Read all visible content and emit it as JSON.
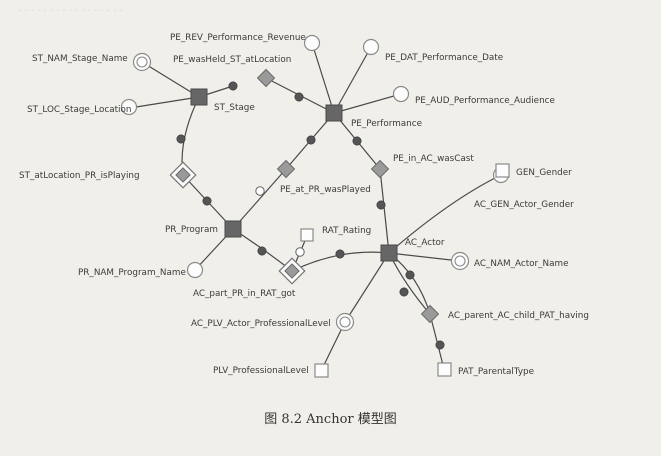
{
  "caption": "图 8.2   Anchor 模型图",
  "nodes": {
    "st_stage": "ST_Stage",
    "pe_performance": "PE_Performance",
    "pr_program": "PR_Program",
    "ac_actor": "AC_Actor",
    "st_name": "ST_NAM_Stage_Name",
    "st_location": "ST_LOC_Stage_Location",
    "pe_revenue": "PE_REV_Performance_Revenue",
    "pe_date": "PE_DAT_Performance_Date",
    "pe_audience": "PE_AUD_Performance_Audience",
    "pe_washeld": "PE_wasHeld_ST_atLocation",
    "st_isplaying": "ST_atLocation_PR_isPlaying",
    "pe_wasplayed": "PE_at_PR_wasPlayed",
    "pe_wascast": "PE_in_AC_wasCast",
    "pr_name": "PR_NAM_Program_Name",
    "rat_rating": "RAT_Rating",
    "ac_part": "AC_part_PR_in_RAT_got",
    "gen_gender": "GEN_Gender",
    "ac_gen": "AC_GEN_Actor_Gender",
    "ac_name": "AC_NAM_Actor_Name",
    "ac_parent": "AC_parent_AC_child_PAT_having",
    "ac_plv": "AC_PLV_Actor_ProfessionalLevel",
    "plv": "PLV_ProfessionalLevel",
    "pat": "PAT_ParentalType"
  }
}
